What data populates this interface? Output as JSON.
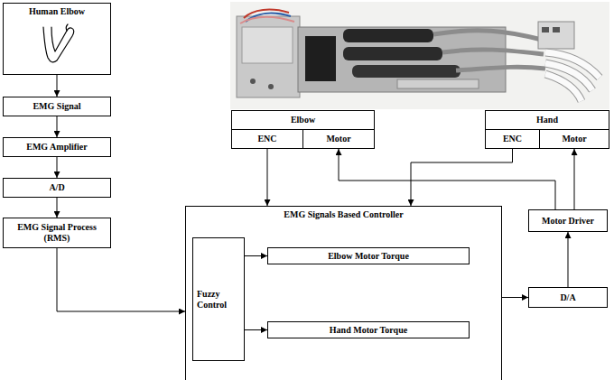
{
  "diagram": {
    "nodes": [
      {
        "text": [
          "Human Elbow"
        ]
      },
      {
        "text": [
          "EMG Signal"
        ]
      },
      {
        "text": [
          "EMG Amplifier"
        ]
      },
      {
        "text": [
          "A/D"
        ]
      },
      {
        "text": [
          "EMG Signal Process (RMS)"
        ]
      },
      {
        "text": [
          "Elbow"
        ]
      },
      {
        "text": [
          "ENC"
        ]
      },
      {
        "text": [
          "Motor"
        ]
      },
      {
        "text": [
          "Hand"
        ]
      },
      {
        "text": [
          "ENC"
        ]
      },
      {
        "text": [
          "Motor"
        ]
      },
      {
        "text": [
          "EMG Signals Based Controller"
        ]
      },
      {
        "text": [
          "Fuzzy Control"
        ],
        "in": 11
      },
      {
        "text": [
          "Elbow Motor Torque"
        ],
        "in": 11
      },
      {
        "text": [
          "Hand Motor Torque"
        ],
        "in": 11
      },
      {
        "text": [
          "Motor Driver"
        ]
      },
      {
        "text": [
          "D/A"
        ]
      }
    ],
    "edges": [
      {
        "from": 0,
        "to": 1,
        "arrow": "to"
      },
      {
        "from": 1,
        "to": 2,
        "arrow": "to"
      },
      {
        "from": 2,
        "to": 3,
        "arrow": "to"
      },
      {
        "from": 3,
        "to": 4,
        "arrow": "to"
      },
      {
        "from": 4,
        "to": 11,
        "arrow": "to"
      },
      {
        "from": 6,
        "to": 11,
        "arrow": "to"
      },
      {
        "from": 9,
        "to": 11,
        "arrow": "to"
      },
      {
        "from": 15,
        "to": 7,
        "arrow": "to"
      },
      {
        "from": 15,
        "to": 10,
        "arrow": "to"
      },
      {
        "from": 12,
        "to": 13,
        "arrow": "to"
      },
      {
        "from": 12,
        "to": 14,
        "arrow": "to"
      },
      {
        "from": 11,
        "to": 16,
        "arrow": "to"
      },
      {
        "from": 16,
        "to": 15,
        "arrow": "to"
      }
    ]
  }
}
